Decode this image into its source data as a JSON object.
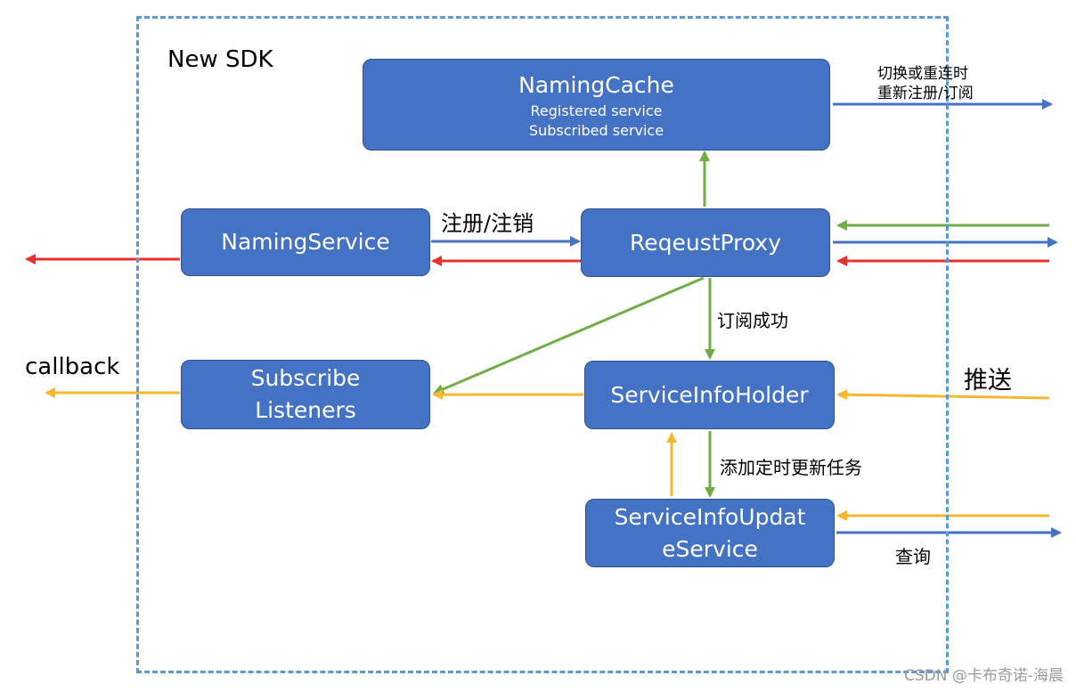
{
  "sdk_label": "New SDK",
  "nodes": {
    "naming_cache": {
      "title": "NamingCache",
      "lines": [
        "Registered service",
        "Subscribed service"
      ]
    },
    "naming_service": {
      "title": "NamingService"
    },
    "request_proxy": {
      "title": "ReqeustProxy"
    },
    "subscribe_listeners": {
      "lines": [
        "Subscribe",
        "Listeners"
      ]
    },
    "service_info_holder": {
      "title": "ServiceInfoHolder"
    },
    "service_info_update": {
      "lines": [
        "ServiceInfoUpdat",
        "eService"
      ]
    }
  },
  "labels": {
    "switch_line1": "切换或重连时",
    "switch_line2": "重新注册/订阅",
    "register": "注册/注销",
    "subscribe_ok": "订阅成功",
    "callback": "callback",
    "push": "推送",
    "add_task": "添加定时更新任务",
    "query": "查询"
  },
  "colors": {
    "blue": "#4472c4",
    "red": "#e8312c",
    "green": "#70ad47",
    "yellow": "#f5b830",
    "border": "#5a9bd5"
  },
  "watermark": "CSDN @卡布奇诺-海晨"
}
